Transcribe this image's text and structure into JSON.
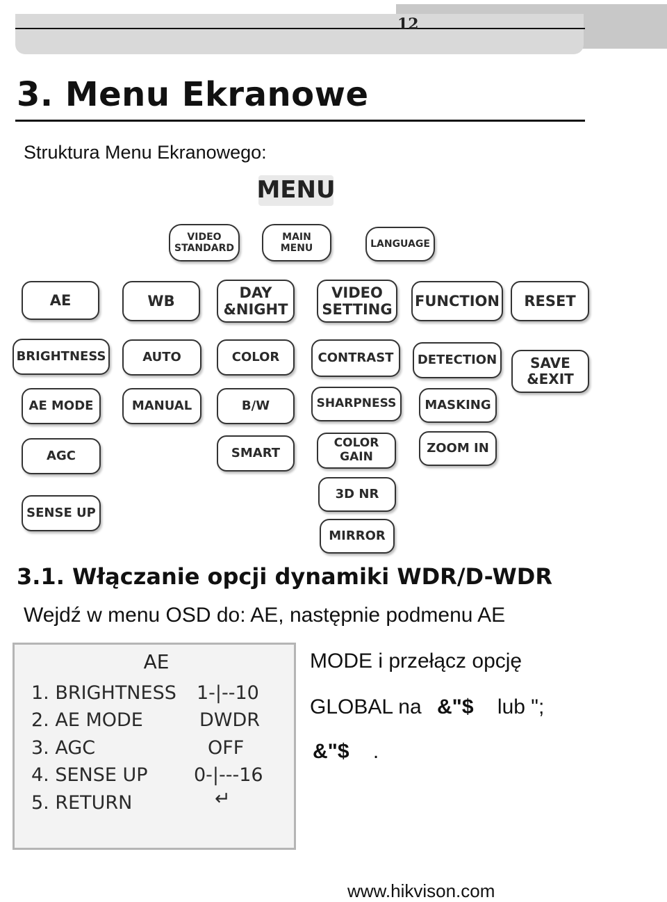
{
  "header": {
    "page_number": "12"
  },
  "title": "3. Menu Ekranowe",
  "subtitle": "Struktura Menu Ekranowego:",
  "menu_tree": {
    "root": "MENU",
    "level1": [
      "VIDEO\nSTANDARD",
      "MAIN\nMENU",
      "LANGUAGE"
    ],
    "columns": [
      {
        "head": "AE",
        "items": [
          "BRIGHTNESS",
          "AE MODE",
          "AGC",
          "SENSE UP"
        ]
      },
      {
        "head": "WB",
        "items": [
          "AUTO",
          "MANUAL"
        ]
      },
      {
        "head": "DAY\n&NIGHT",
        "items": [
          "COLOR",
          "B/W",
          "SMART"
        ]
      },
      {
        "head": "VIDEO\nSETTING",
        "items": [
          "CONTRAST",
          "SHARPNESS",
          "COLOR\nGAIN",
          "3D NR",
          "MIRROR"
        ]
      },
      {
        "head": "FUNCTION",
        "items": [
          "DETECTION",
          "MASKING",
          "ZOOM IN"
        ]
      },
      {
        "head": "RESET",
        "items": [
          "SAVE\n&EXIT"
        ]
      }
    ]
  },
  "section": {
    "heading": "3.1. Włączanie opcji dynamiki WDR/D-WDR",
    "para_line1": "Wejdź w menu OSD do: AE, następnie podmenu AE",
    "para_line2": "MODE i przełącz opcję",
    "para_line3_a": "GLOBAL na",
    "para_line3_b": "&\"$",
    "para_line3_c": "lub \";",
    "para_line4_a": "&\"$",
    "para_line4_b": "."
  },
  "osd": {
    "title": "AE",
    "rows": [
      {
        "label": "1. BRIGHTNESS",
        "value": "1-|--10"
      },
      {
        "label": "2. AE MODE",
        "value": "DWDR"
      },
      {
        "label": "3. AGC",
        "value": "OFF"
      },
      {
        "label": "4. SENSE UP",
        "value": "0-|---16"
      },
      {
        "label": "5. RETURN",
        "value": "↵"
      }
    ]
  },
  "footer": {
    "url": "www.hikvison.com"
  }
}
